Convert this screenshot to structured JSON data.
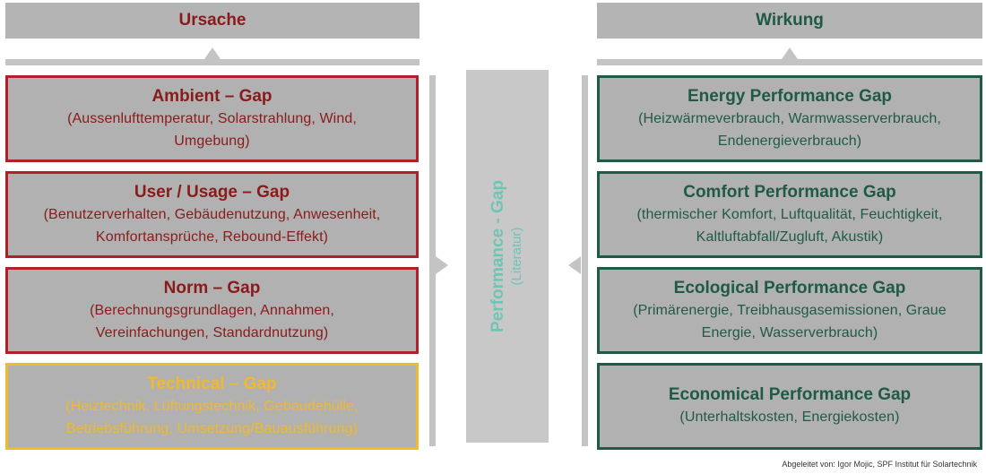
{
  "headers": {
    "cause": "Ursache",
    "effect": "Wirkung"
  },
  "center": {
    "title": "Performance - Gap",
    "subtitle": "(Literatur)"
  },
  "causes": [
    {
      "title": "Ambient – Gap",
      "desc": "(Aussenlufttemperatur, Solarstrahlung, Wind, Umgebung)",
      "style": "red"
    },
    {
      "title": "User / Usage – Gap",
      "desc": "(Benutzerverhalten, Gebäudenutzung, Anwesenheit, Komfortansprüche, Rebound-Effekt)",
      "style": "red"
    },
    {
      "title": "Norm – Gap",
      "desc": "(Berechnungsgrundlagen, Annahmen, Vereinfachungen, Standardnutzung)",
      "style": "red"
    },
    {
      "title": "Technical – Gap",
      "desc": "(Heiztechnik, Lüftungstechnik, Gebäudehülle, Betriebsführung, Umsetzung/Bauausführung)",
      "style": "yellow"
    }
  ],
  "effects": [
    {
      "title": "Energy Performance Gap",
      "desc": "(Heizwärmeverbrauch, Warmwasserverbrauch, Endenergieverbrauch)"
    },
    {
      "title": "Comfort Performance Gap",
      "desc": "(thermischer Komfort, Luftqualität, Feuchtigkeit, Kaltluftabfall/Zugluft, Akustik)"
    },
    {
      "title": "Ecological Performance Gap",
      "desc": "(Primärenergie, Treibhausgasemissionen, Graue Energie, Wasserverbrauch)"
    },
    {
      "title": "Economical Performance Gap",
      "desc": "(Unterhaltskosten, Energiekosten)"
    }
  ],
  "footer": "Abgeleitet von: Igor Mojic, SPF Institut für Solartechnik",
  "colors": {
    "cause": "#8b1a1a",
    "cause_border": "#b0202a",
    "technical": "#f0b92e",
    "effect": "#1f5a47",
    "center_text": "#6fc5b4",
    "box_fill": "#b1b1b1"
  }
}
